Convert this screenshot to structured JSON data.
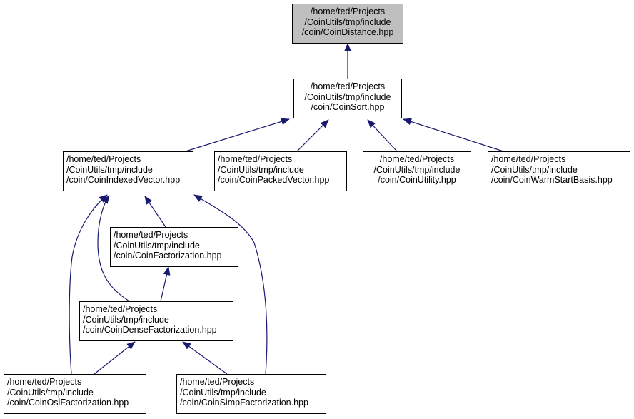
{
  "nodes": {
    "distance": {
      "lines": [
        "/home/ted/Projects",
        "/CoinUtils/tmp/include",
        "/coin/CoinDistance.hpp"
      ]
    },
    "sort": {
      "lines": [
        "/home/ted/Projects",
        "/CoinUtils/tmp/include",
        "/coin/CoinSort.hpp"
      ]
    },
    "indexed": {
      "lines": [
        "/home/ted/Projects",
        "/CoinUtils/tmp/include",
        "/coin/CoinIndexedVector.hpp"
      ]
    },
    "packed": {
      "lines": [
        "/home/ted/Projects",
        "/CoinUtils/tmp/include",
        "/coin/CoinPackedVector.hpp"
      ]
    },
    "utility": {
      "lines": [
        "/home/ted/Projects",
        "/CoinUtils/tmp/include",
        "/coin/CoinUtility.hpp"
      ]
    },
    "warm": {
      "lines": [
        "/home/ted/Projects",
        "/CoinUtils/tmp/include",
        "/coin/CoinWarmStartBasis.hpp"
      ]
    },
    "factorization": {
      "lines": [
        "/home/ted/Projects",
        "/CoinUtils/tmp/include",
        "/coin/CoinFactorization.hpp"
      ]
    },
    "dense": {
      "lines": [
        "/home/ted/Projects",
        "/CoinUtils/tmp/include",
        "/coin/CoinDenseFactorization.hpp"
      ]
    },
    "osl": {
      "lines": [
        "/home/ted/Projects",
        "/CoinUtils/tmp/include",
        "/coin/CoinOslFactorization.hpp"
      ]
    },
    "simp": {
      "lines": [
        "/home/ted/Projects",
        "/CoinUtils/tmp/include",
        "/coin/CoinSimpFactorization.hpp"
      ]
    }
  },
  "edges": [
    {
      "from": "sort",
      "to": "distance"
    },
    {
      "from": "indexed",
      "to": "sort"
    },
    {
      "from": "packed",
      "to": "sort"
    },
    {
      "from": "utility",
      "to": "sort"
    },
    {
      "from": "warm",
      "to": "sort"
    },
    {
      "from": "factorization",
      "to": "indexed"
    },
    {
      "from": "dense",
      "to": "indexed"
    },
    {
      "from": "osl",
      "to": "indexed"
    },
    {
      "from": "simp",
      "to": "indexed"
    },
    {
      "from": "dense",
      "to": "factorization"
    },
    {
      "from": "osl",
      "to": "dense"
    },
    {
      "from": "simp",
      "to": "dense"
    }
  ],
  "colors": {
    "edge": "#191970",
    "root_fill": "#bfbfbf",
    "node_fill": "#ffffff",
    "border": "#000000"
  }
}
